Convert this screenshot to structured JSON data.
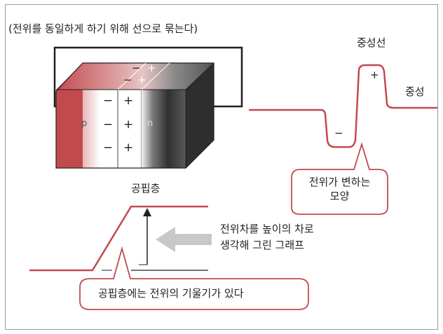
{
  "caption": "(전위를 동일하게 하기 위해 선으로 묶는다)",
  "labels": {
    "neutral_line": "중성선",
    "neutral": "중성",
    "depletion_layer": "공핍층",
    "p_region": "p",
    "n_region": "n"
  },
  "callouts": {
    "potential_shape_line1": "전위가 변하는",
    "potential_shape_line2": "모양",
    "depletion_slope": "공핍층에는 전위의 기울기가 있다"
  },
  "arrow_note": {
    "line1": "전위차를 높이의 차로",
    "line2": "생각해 그린 그래프"
  },
  "signs": {
    "plus": "+",
    "minus": "−"
  },
  "colors": {
    "accent": "#c24a4e",
    "line": "#231f20",
    "arrow_gray": "#c8c8c8",
    "n_dark": "#3a3a3a"
  }
}
